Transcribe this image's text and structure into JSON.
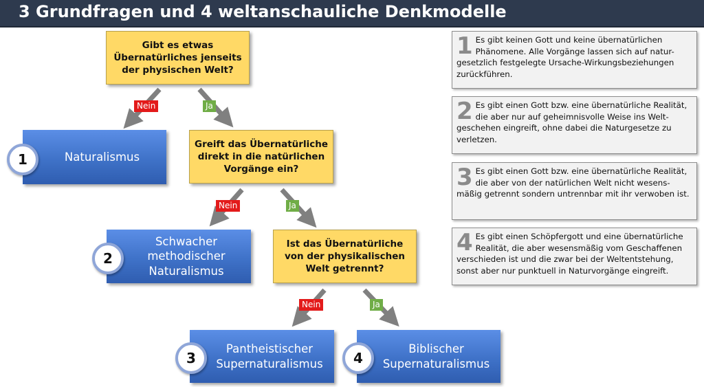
{
  "title": "3 Grundfragen und 4 weltanschauliche Denkmodelle",
  "questions": {
    "q1": "Gibt es etwas\nÜbernatürliches jenseits\nder physischen Welt?",
    "q2": "Greift das Übernatürliche\ndirekt in die natürlichen\nVorgänge ein?",
    "q3": "Ist das Übernatürliche\nvon der physikalischen\nWelt getrennt?"
  },
  "labels": {
    "no": "Nein",
    "yes": "Ja"
  },
  "results": [
    {
      "number": "1",
      "label": "Naturalismus"
    },
    {
      "number": "2",
      "label": "Schwacher\nmethodischer\nNaturalismus"
    },
    {
      "number": "3",
      "label": "Pantheistischer\nSupernaturalismus"
    },
    {
      "number": "4",
      "label": "Biblischer\nSupernaturalismus"
    }
  ],
  "descriptions": [
    {
      "number": "1",
      "text": "Es gibt keinen Gott und keine übernatürlichen Phänomene. Alle Vorgänge lassen sich auf natur-gesetzlich festgelegte Ursache-Wirkungsbeziehungen zurückführen."
    },
    {
      "number": "2",
      "text": "Es gibt einen Gott bzw. eine übernatürliche Realität, die aber nur auf geheimnisvolle Weise ins Welt-geschehen eingreift, ohne dabei die Naturgesetze zu verletzen."
    },
    {
      "number": "3",
      "text": "Es gibt einen Gott bzw. eine übernatürliche Realität, die aber von der natürlichen Welt nicht wesens-mäßig getrennt sondern untrennbar mit ihr verwoben ist."
    },
    {
      "number": "4",
      "text": "Es gibt einen Schöpfergott und eine übernatürliche Realität, die aber wesensmäßig vom Geschaffenen verschieden ist und die zwar bei der Weltentstehung, sonst aber nur punktuell in Naturvorgänge eingreift."
    }
  ],
  "colors": {
    "title_bar": "#2e3a4e",
    "question_fill": "#ffd966",
    "result_fill": "#3f72c8",
    "no_tag": "#e31b1b",
    "yes_tag": "#70ad47",
    "arrow": "#808080"
  }
}
